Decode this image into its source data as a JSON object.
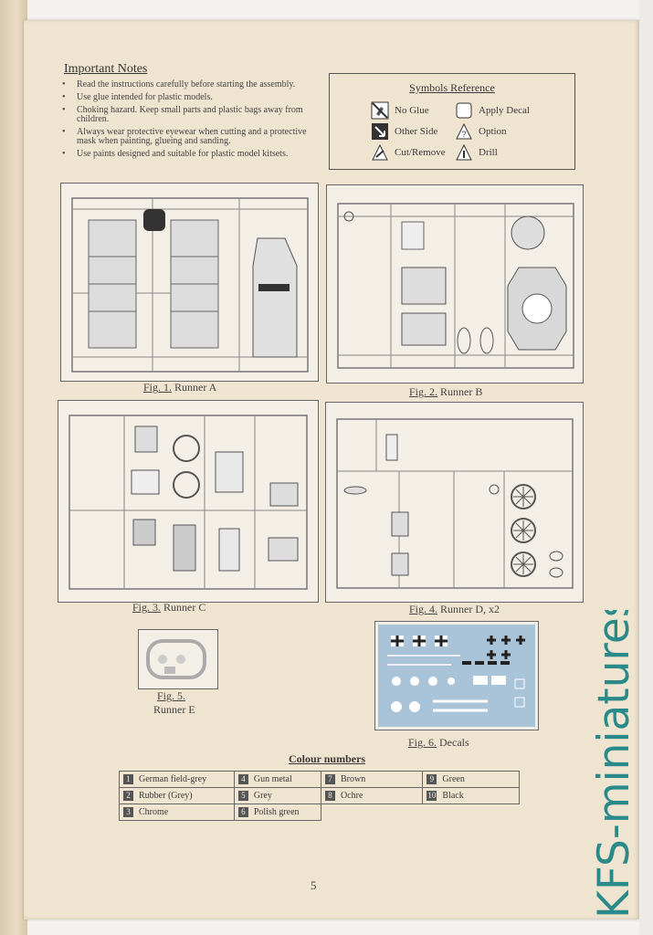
{
  "notes": {
    "title": "Important Notes",
    "items": [
      "Read the instructions carefully before starting the assembly.",
      "Use glue intended for plastic models.",
      "Choking hazard. Keep small parts and plastic bags away from children.",
      "Always wear protective eyewear when cutting and a protective mask when painting, glueing and sanding.",
      "Use paints designed and suitable for plastic model kitsets."
    ]
  },
  "symbols": {
    "title": "Symbols Reference",
    "items": [
      {
        "label": "No Glue",
        "icon": "no-glue-icon"
      },
      {
        "label": "Apply Decal",
        "icon": "apply-decal-icon"
      },
      {
        "label": "Other Side",
        "icon": "other-side-icon"
      },
      {
        "label": "Option",
        "icon": "option-icon"
      },
      {
        "label": "Cut/Remove",
        "icon": "cut-remove-icon"
      },
      {
        "label": "Drill",
        "icon": "drill-icon"
      }
    ]
  },
  "figures": [
    {
      "fig": "Fig. 1.",
      "name": "Runner A"
    },
    {
      "fig": "Fig. 2.",
      "name": "Runner B"
    },
    {
      "fig": "Fig. 3.",
      "name": "Runner C"
    },
    {
      "fig": "Fig. 4.",
      "name": "Runner D, x2"
    },
    {
      "fig": "Fig. 5.",
      "name": "Runner E"
    },
    {
      "fig": "Fig. 6.",
      "name": "Decals"
    }
  ],
  "colours": {
    "title": "Colour numbers",
    "items": [
      {
        "n": "1",
        "name": "German field-grey"
      },
      {
        "n": "2",
        "name": "Rubber (Grey)"
      },
      {
        "n": "3",
        "name": "Chrome"
      },
      {
        "n": "4",
        "name": "Gun metal"
      },
      {
        "n": "5",
        "name": "Grey"
      },
      {
        "n": "6",
        "name": "Polish green"
      },
      {
        "n": "7",
        "name": "Brown"
      },
      {
        "n": "8",
        "name": "Ochre"
      },
      {
        "n": "9",
        "name": "Green"
      },
      {
        "n": "10",
        "name": "Black"
      }
    ]
  },
  "page_number": "5",
  "watermark": "KFS-miniatures",
  "colors": {
    "paper": "#efe4cf",
    "watermark": "#2a8a8a",
    "decal_sheet": "#a9c3d8"
  }
}
